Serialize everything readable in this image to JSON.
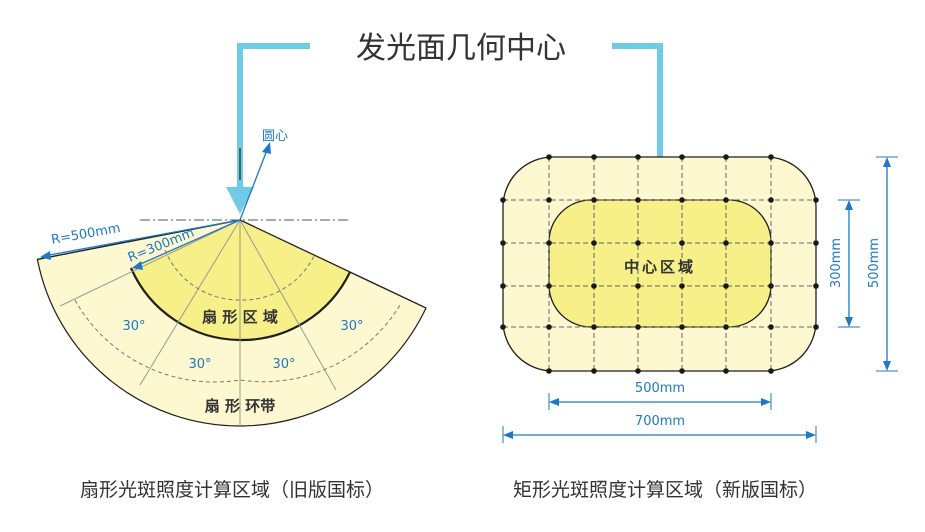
{
  "title": "发光面几何中心",
  "left": {
    "center_label": "圆心",
    "r_outer_label": "R=500mm",
    "r_inner_label": "R=300mm",
    "sector_label": "扇 形 区 域",
    "ring_label": "扇 形 环带",
    "angle_labels": [
      "30°",
      "30°",
      "30°",
      "30°"
    ],
    "caption": "扇形光斑照度计算区域（旧版国标）"
  },
  "right": {
    "center_label": "中心区域",
    "dim_300": "300mm",
    "dim_500_v": "500mm",
    "dim_500_h": "500mm",
    "dim_700": "700mm",
    "caption": "矩形光斑照度计算区域（新版国标）"
  },
  "colors": {
    "arrow": "#6fcbe6",
    "outer_fill": "#fdf8cf",
    "inner_fill": "#f7ef88",
    "dim_line": "#1e78c6",
    "dark_line": "#1f1f1f",
    "grid_dash": "#666666",
    "text": "#333333"
  }
}
